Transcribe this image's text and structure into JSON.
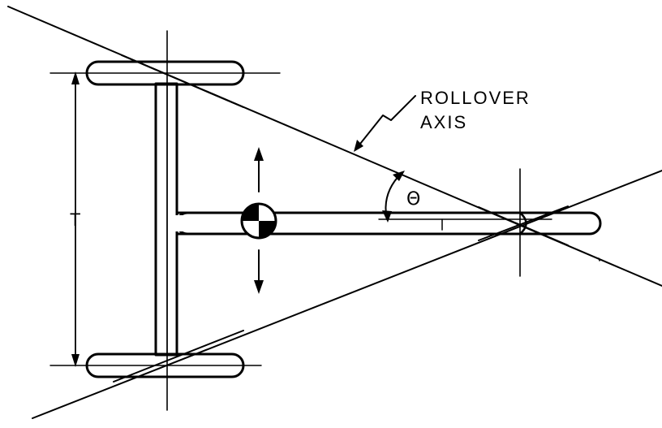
{
  "labels": {
    "rollover_axis_line1": "ROLLOVER",
    "rollover_axis_line2": "AXIS",
    "track_width": "T",
    "angle": "Θ"
  }
}
